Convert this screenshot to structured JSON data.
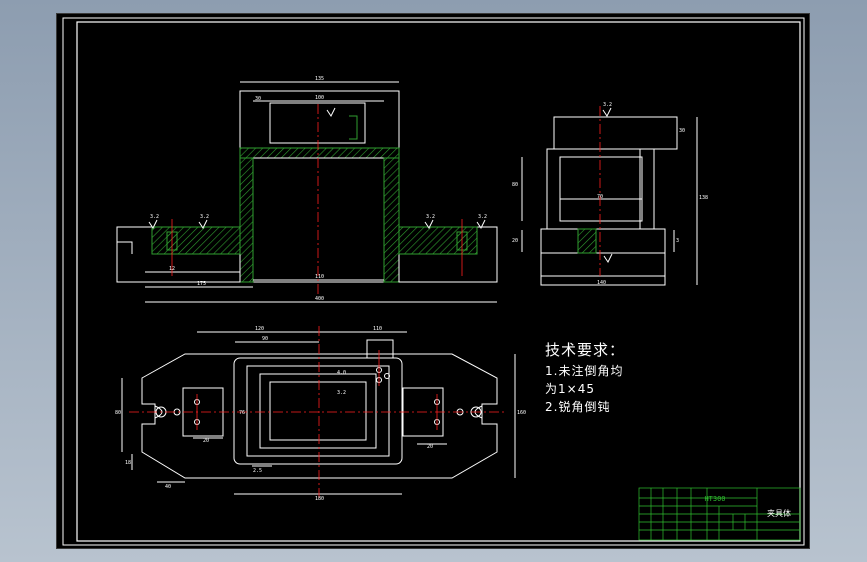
{
  "drawing": {
    "tech": {
      "title": "技术要求：",
      "line1": "1.未注倒角均",
      "line2": "为1×45",
      "line3": "2.锐角倒钝"
    },
    "title_block": {
      "material": "HT300",
      "part_name": "夹具体"
    },
    "colors": {
      "background": "#000000",
      "outline": "#ffffff",
      "hatch": "#2f9e2f",
      "centerline": "#ff2020",
      "dimension": "#ffffff",
      "titleblock": "#2fbf2f"
    }
  }
}
